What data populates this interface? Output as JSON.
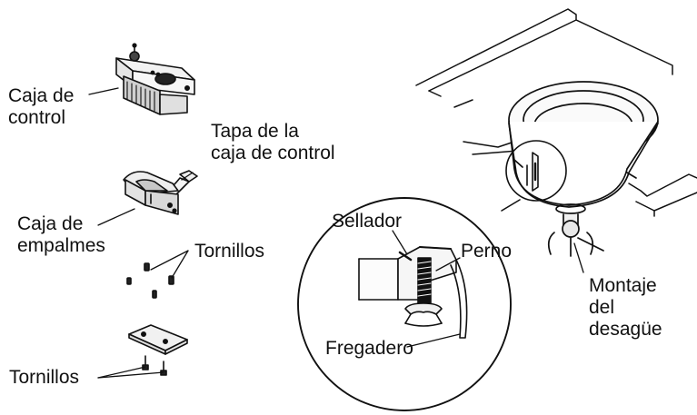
{
  "labels": {
    "control_box": "Caja de\ncontrol",
    "control_box_lid": "Tapa de la\ncaja de control",
    "junction_box": "Caja de\nempalmes",
    "screws_1": "Tornillos",
    "screws_2": "Tornillos",
    "sealant": "Sellador",
    "bolt": "Perno",
    "sink": "Fregadero",
    "drain_assembly": "Montaje\ndel\ndesagüe"
  }
}
